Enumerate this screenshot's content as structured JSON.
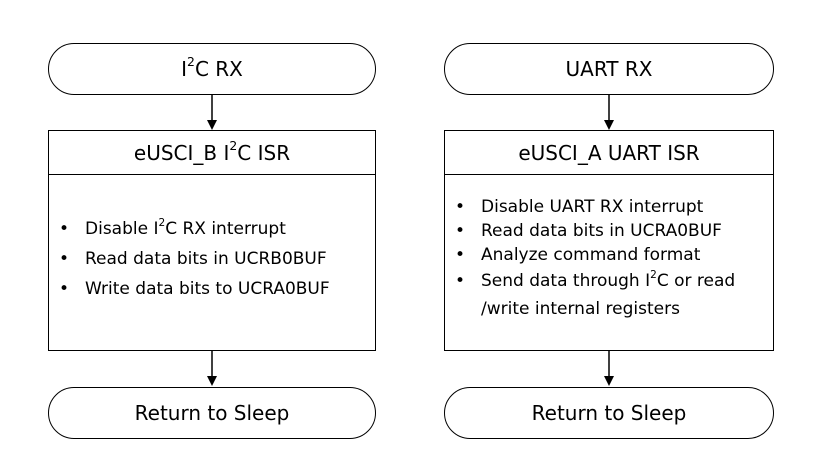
{
  "left": {
    "start": {
      "pre": "I",
      "sup": "2",
      "post": "C RX"
    },
    "isr_title": {
      "pre": "eUSCI_B I",
      "sup": "2",
      "post": "C ISR"
    },
    "items": [
      {
        "pre": "Disable I",
        "sup": "2",
        "post": "C RX interrupt"
      },
      {
        "pre": "Read data bits in UCRB0BUF",
        "sup": "",
        "post": ""
      },
      {
        "pre": "Write data bits to UCRA0BUF",
        "sup": "",
        "post": ""
      }
    ],
    "end": "Return to Sleep"
  },
  "right": {
    "start": "UART RX",
    "isr_title": "eUSCI_A UART ISR",
    "items": [
      {
        "pre": "Disable UART RX interrupt",
        "sup": "",
        "post": ""
      },
      {
        "pre": "Read data bits in UCRA0BUF",
        "sup": "",
        "post": ""
      },
      {
        "pre": "Analyze command format",
        "sup": "",
        "post": ""
      },
      {
        "pre": "Send data through I",
        "sup": "2",
        "post": "C or read /write internal registers"
      }
    ],
    "end": "Return to Sleep"
  }
}
